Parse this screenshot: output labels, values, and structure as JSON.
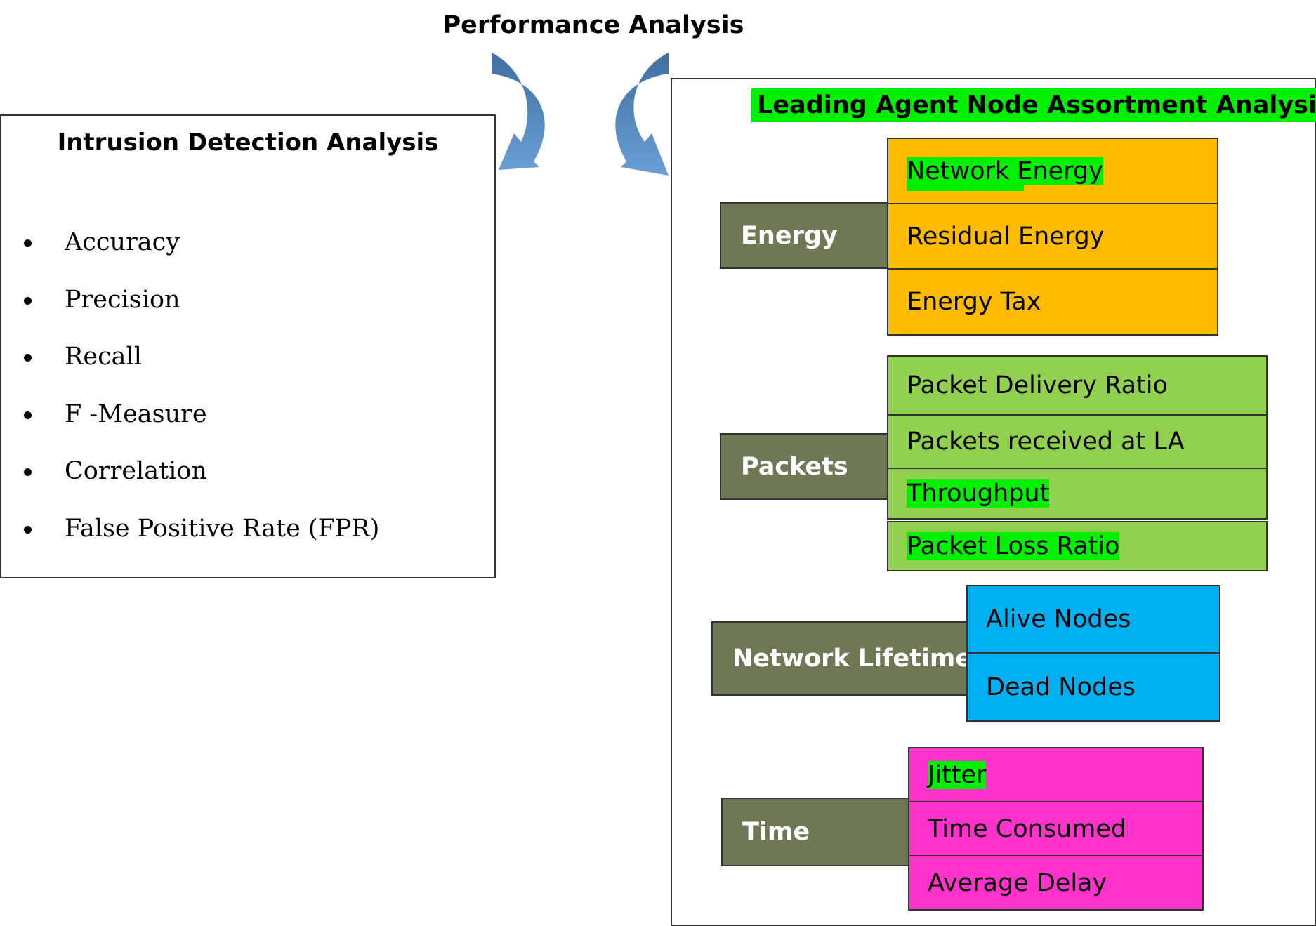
{
  "diagram": {
    "title": "Performance Analysis",
    "intrusion_detection": {
      "title": "Intrusion Detection Analysis",
      "metrics": [
        "Accuracy",
        "Precision",
        "Recall",
        "F -Measure",
        "Correlation",
        "False Positive Rate (FPR)"
      ]
    },
    "leading_agent": {
      "title": "Leading Agent Node Assortment Analysis",
      "groups": [
        {
          "name": "Energy",
          "color": "#ffbb00",
          "items": [
            "Network Energy",
            "Residual Energy",
            "Energy Tax"
          ]
        },
        {
          "name": "Packets",
          "color": "#92d050",
          "items": [
            "Packet Delivery Ratio",
            "Packets received at LA",
            "Throughput",
            "Packet Loss Ratio"
          ]
        },
        {
          "name": "Network Lifetime",
          "color": "#00b0f0",
          "items": [
            "Alive Nodes",
            "Dead Nodes"
          ]
        },
        {
          "name": "Time",
          "color": "#ff33cc",
          "items": [
            "Jitter",
            "Time Consumed",
            "Average Delay"
          ]
        }
      ],
      "highlight_color": "#00f000",
      "category_color": "#707755"
    },
    "arrow_color": "#4a7fb5"
  }
}
